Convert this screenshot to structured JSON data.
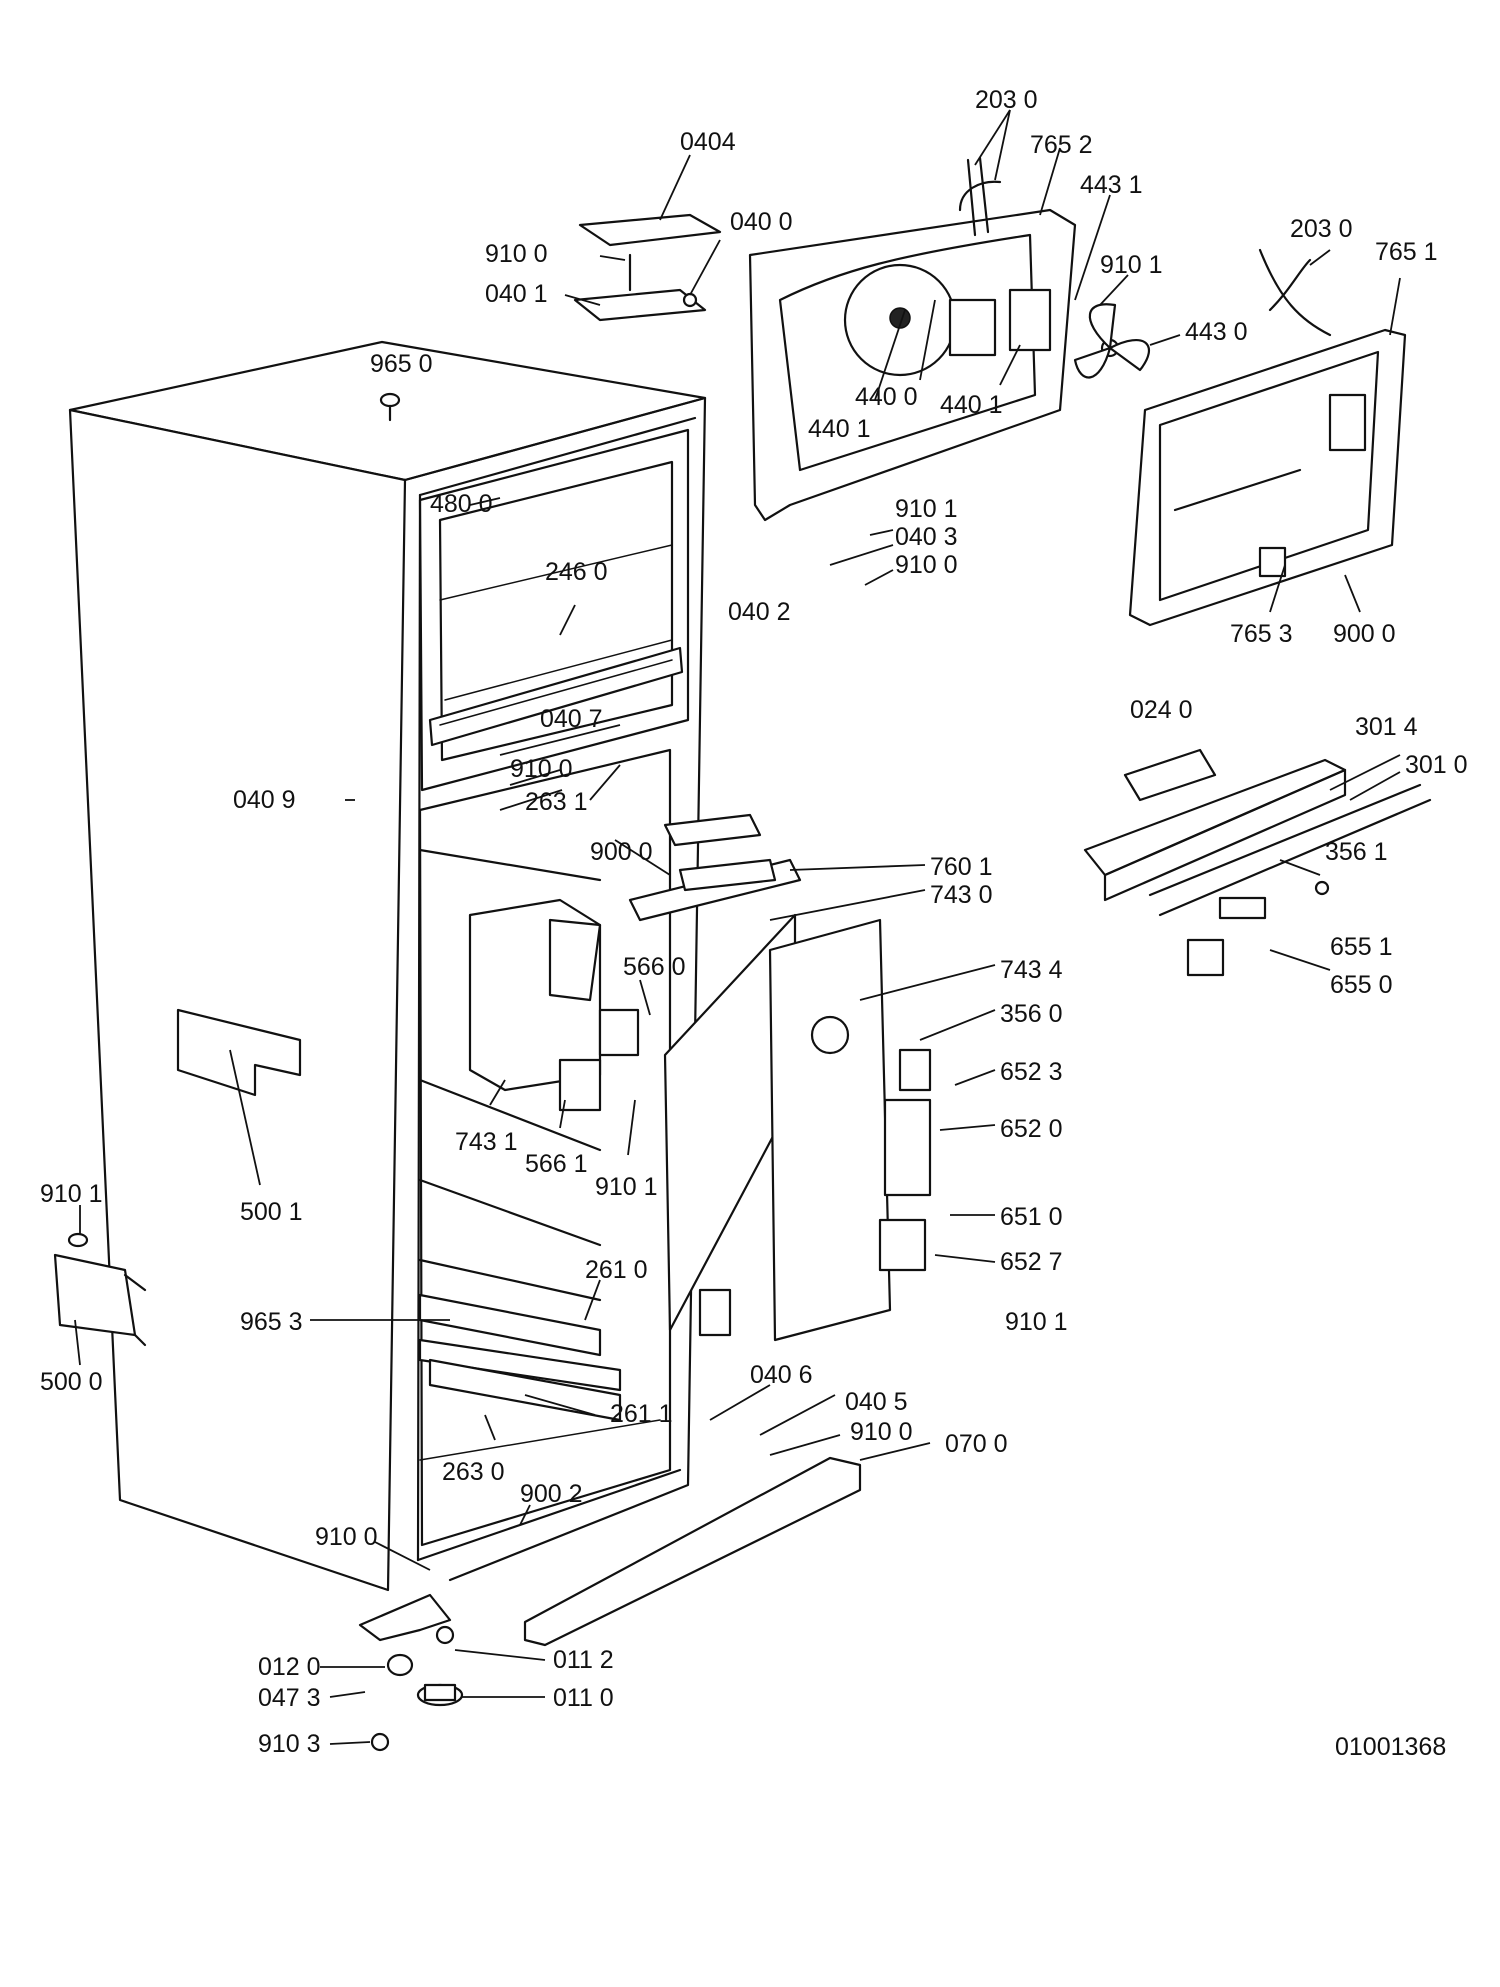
{
  "drawing_number": "01001368",
  "parts": [
    {
      "id": "p0404",
      "label": "0404"
    },
    {
      "id": "p0400",
      "label": "040 0"
    },
    {
      "id": "p9100a",
      "label": "910 0"
    },
    {
      "id": "p0401",
      "label": "040 1"
    },
    {
      "id": "p2030a",
      "label": "203 0"
    },
    {
      "id": "p7652",
      "label": "765 2"
    },
    {
      "id": "p4431",
      "label": "443 1"
    },
    {
      "id": "p9101a",
      "label": "910 1"
    },
    {
      "id": "p4430",
      "label": "443 0"
    },
    {
      "id": "p4400",
      "label": "440 0"
    },
    {
      "id": "p4401a",
      "label": "440 1"
    },
    {
      "id": "p4401b",
      "label": "440 1"
    },
    {
      "id": "p2030b",
      "label": "203 0"
    },
    {
      "id": "p7651",
      "label": "765 1"
    },
    {
      "id": "p9650",
      "label": "965 0"
    },
    {
      "id": "p4800",
      "label": "480 0"
    },
    {
      "id": "p2460",
      "label": "246 0"
    },
    {
      "id": "p9101b",
      "label": "910 1"
    },
    {
      "id": "p0403",
      "label": "040 3"
    },
    {
      "id": "p9100b",
      "label": "910 0"
    },
    {
      "id": "p0402",
      "label": "040 2"
    },
    {
      "id": "p7653",
      "label": "765 3"
    },
    {
      "id": "p9000a",
      "label": "900 0"
    },
    {
      "id": "p0407",
      "label": "040 7"
    },
    {
      "id": "p9100c",
      "label": "910 0"
    },
    {
      "id": "p2631",
      "label": "263 1"
    },
    {
      "id": "p0409",
      "label": "040 9"
    },
    {
      "id": "p0240",
      "label": "024 0"
    },
    {
      "id": "p3014",
      "label": "301 4"
    },
    {
      "id": "p3010",
      "label": "301 0"
    },
    {
      "id": "p3561",
      "label": "356 1"
    },
    {
      "id": "p6551",
      "label": "655 1"
    },
    {
      "id": "p6550",
      "label": "655 0"
    },
    {
      "id": "p9000b",
      "label": "900 0"
    },
    {
      "id": "p7601",
      "label": "760 1"
    },
    {
      "id": "p7430",
      "label": "743 0"
    },
    {
      "id": "p5660",
      "label": "566 0"
    },
    {
      "id": "p7434",
      "label": "743 4"
    },
    {
      "id": "p3560",
      "label": "356 0"
    },
    {
      "id": "p6523",
      "label": "652 3"
    },
    {
      "id": "p6520",
      "label": "652 0"
    },
    {
      "id": "p7431",
      "label": "743 1"
    },
    {
      "id": "p5661",
      "label": "566 1"
    },
    {
      "id": "p9101c",
      "label": "910 1"
    },
    {
      "id": "p9101d",
      "label": "910 1"
    },
    {
      "id": "p5001",
      "label": "500 1"
    },
    {
      "id": "p6510",
      "label": "651 0"
    },
    {
      "id": "p6527",
      "label": "652 7"
    },
    {
      "id": "p2610",
      "label": "261 0"
    },
    {
      "id": "p9653",
      "label": "965 3"
    },
    {
      "id": "p9101e",
      "label": "910 1"
    },
    {
      "id": "p5000",
      "label": "500 0"
    },
    {
      "id": "p2611",
      "label": "261 1"
    },
    {
      "id": "p0406",
      "label": "040 6"
    },
    {
      "id": "p0405",
      "label": "040 5"
    },
    {
      "id": "p9100d",
      "label": "910 0"
    },
    {
      "id": "p0700",
      "label": "070 0"
    },
    {
      "id": "p2630",
      "label": "263 0"
    },
    {
      "id": "p9002",
      "label": "900 2"
    },
    {
      "id": "p9100e",
      "label": "910 0"
    },
    {
      "id": "p0120",
      "label": "012 0"
    },
    {
      "id": "p0112",
      "label": "011 2"
    },
    {
      "id": "p0473",
      "label": "047 3"
    },
    {
      "id": "p0110",
      "label": "011 0"
    },
    {
      "id": "p9103",
      "label": "910 3"
    }
  ]
}
